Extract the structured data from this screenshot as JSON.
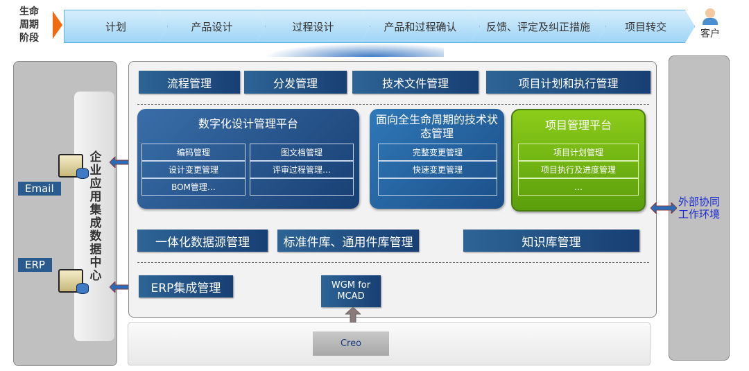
{
  "lifecycle_label": "生命周期阶段",
  "stages": [
    "计划",
    "产品设计",
    "过程设计",
    "产品和过程确认",
    "反馈、评定及纠正措施",
    "项目转交"
  ],
  "customer": "客户",
  "left": {
    "vertical_label": "企业应用集成数据中心",
    "email": "Email",
    "erp": "ERP"
  },
  "top_row": [
    "流程管理",
    "分发管理",
    "技术文件管理",
    "项目计划和执行管理"
  ],
  "platforms": {
    "digital": {
      "title": "数字化设计管理平台",
      "col1": [
        "编码管理",
        "设计变更管理",
        "BOM管理…"
      ],
      "col2": [
        "图文档管理",
        "评审过程管理…",
        ""
      ]
    },
    "lifecycle": {
      "title": "面向全生命周期的技术状态管理",
      "items": [
        "完整变更管理",
        "快速变更管理",
        ""
      ]
    },
    "project": {
      "title": "项目管理平台",
      "items": [
        "项目计划管理",
        "项目执行及进度管理",
        "…"
      ]
    }
  },
  "mid_row": [
    "一体化数据源管理",
    "标准件库、通用件库管理",
    "知识库管理"
  ],
  "erp_integration": "ERP集成管理",
  "wgm": "WGM for MCAD",
  "creo": "Creo",
  "external": "外部协同工作环境"
}
